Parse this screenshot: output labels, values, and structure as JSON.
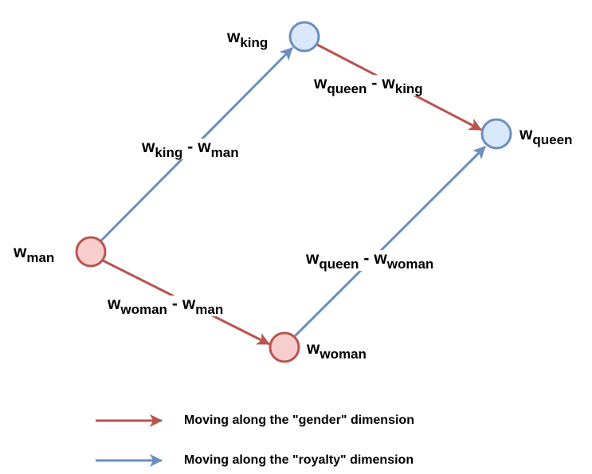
{
  "colors": {
    "gender": "#b85450",
    "royalty": "#6c8ebf",
    "gender_fill": "#f8cecc",
    "royalty_fill": "#dae8fc"
  },
  "nodes": {
    "man": {
      "base": "w",
      "sub": "man",
      "group": "gender"
    },
    "king": {
      "base": "w",
      "sub": "king",
      "group": "royalty"
    },
    "queen": {
      "base": "w",
      "sub": "queen",
      "group": "royalty"
    },
    "woman": {
      "base": "w",
      "sub": "woman",
      "group": "gender"
    }
  },
  "edges": {
    "king_minus_man": {
      "from": "man",
      "to": "king",
      "dimension": "royalty",
      "a_base": "w",
      "a_sub": "king",
      "op": "-",
      "b_base": "w",
      "b_sub": "man"
    },
    "queen_minus_king": {
      "from": "king",
      "to": "queen",
      "dimension": "gender",
      "a_base": "w",
      "a_sub": "queen",
      "op": "-",
      "b_base": "w",
      "b_sub": "king"
    },
    "woman_minus_man": {
      "from": "man",
      "to": "woman",
      "dimension": "gender",
      "a_base": "w",
      "a_sub": "woman",
      "op": "-",
      "b_base": "w",
      "b_sub": "man"
    },
    "queen_minus_woman": {
      "from": "woman",
      "to": "queen",
      "dimension": "royalty",
      "a_base": "w",
      "a_sub": "queen",
      "op": "-",
      "b_base": "w",
      "b_sub": "woman"
    }
  },
  "legend": {
    "gender": "Moving along the \"gender\" dimension",
    "royalty": "Moving along the \"royalty\" dimension"
  }
}
